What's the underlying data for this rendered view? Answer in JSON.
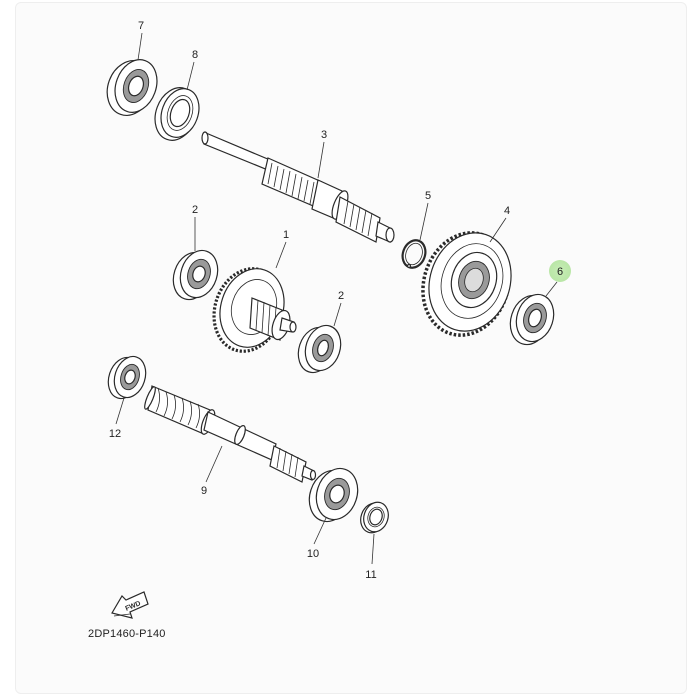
{
  "diagram": {
    "part_code": "2DP1460-P140",
    "fwd_label": "FWD",
    "highlight_color": "#b9e6a6",
    "callouts": {
      "c1": "1",
      "c2a": "2",
      "c2b": "2",
      "c3": "3",
      "c4": "4",
      "c5": "5",
      "c6": "6",
      "c7": "7",
      "c8": "8",
      "c9": "9",
      "c10": "10",
      "c11": "11",
      "c12": "12"
    },
    "highlighted": "6"
  }
}
